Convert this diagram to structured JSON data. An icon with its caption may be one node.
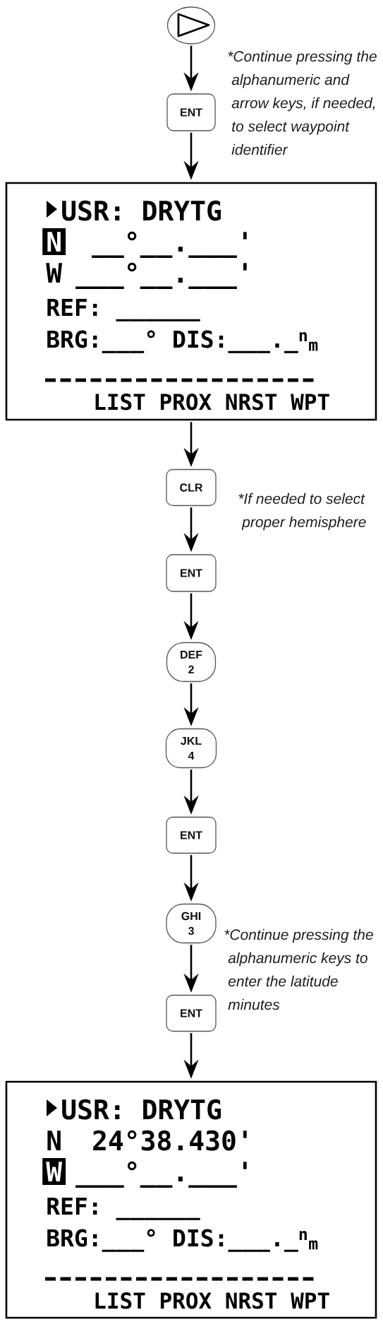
{
  "diagram": {
    "nodes": [
      {
        "text": [],
        "shape": "circle"
      },
      {
        "text": [
          "ENT"
        ],
        "beside": [
          "*Continue pressing the alphanumeric and arrow keys, if needed, to select waypoint identifier"
        ]
      },
      {
        "text": [
          "USR: DRYTG",
          "N",
          "__°__.___'",
          "W",
          "___°__.___'",
          "REF: ______",
          "BRG:___° DIS:___._$^{n}$$_{m}$",
          "LIST PROX NRST WPT"
        ]
      },
      {
        "text": [
          "CLR"
        ],
        "beside": [
          "*If needed to select proper hemisphere"
        ]
      },
      {
        "text": [
          "ENT"
        ]
      },
      {
        "text": [
          "DEF 2"
        ]
      },
      {
        "text": [
          "JKL 4"
        ]
      },
      {
        "text": [
          "ENT"
        ]
      },
      {
        "text": [
          "GHI 3"
        ],
        "beside": [
          "*Continue pressing the alphanumeric keys to enter the latitude minutes"
        ]
      },
      {
        "text": [
          "ENT"
        ]
      },
      {
        "text": [
          "USR: DRYTG",
          "N",
          "24°38.430'",
          "W",
          "___°__.___'",
          "REF: ______",
          "BRG:___° DIS:___._$^{n}$$_{m}$",
          "LIST PROX NRST WPT"
        ]
      }
    ],
    "edges": [
      {
        "from": 0,
        "to": 1,
        "arrow": "to"
      },
      {
        "from": 1,
        "to": 2,
        "arrow": "to"
      },
      {
        "from": 2,
        "to": 3,
        "arrow": "to"
      },
      {
        "from": 3,
        "to": 4,
        "arrow": "to"
      },
      {
        "from": 4,
        "to": 5,
        "arrow": "to"
      },
      {
        "from": 5,
        "to": 6,
        "arrow": "to"
      },
      {
        "from": 6,
        "to": 7,
        "arrow": "to"
      },
      {
        "from": 7,
        "to": 8,
        "arrow": "to"
      },
      {
        "from": 8,
        "to": 9,
        "arrow": "to"
      },
      {
        "from": 9,
        "to": 10,
        "arrow": "to"
      }
    ]
  }
}
